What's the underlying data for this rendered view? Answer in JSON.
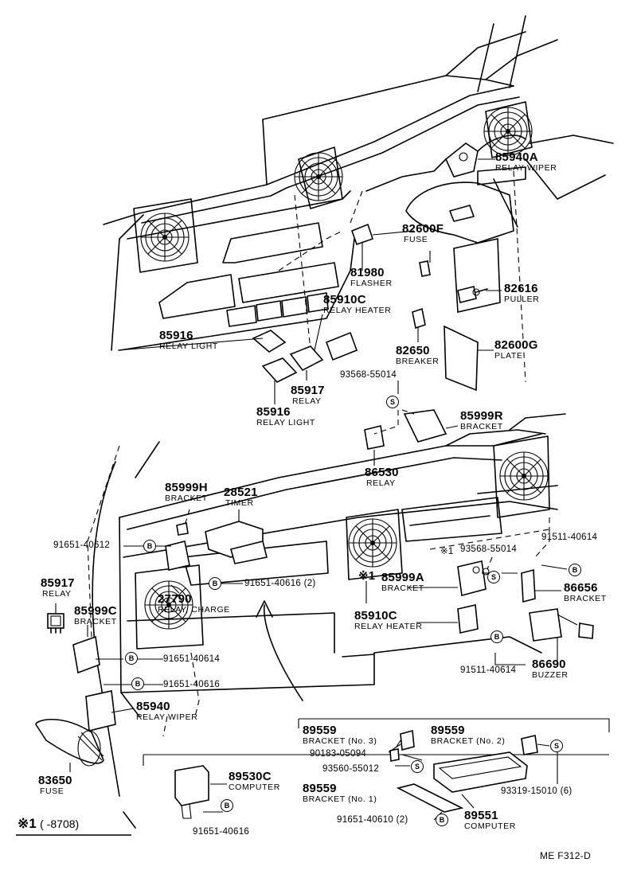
{
  "parts": {
    "p85940A": {
      "number": "85940A",
      "name": "RELAY WIPER"
    },
    "p82600F": {
      "number": "82600F",
      "name": "FUSE"
    },
    "p81980": {
      "number": "81980",
      "name": "FLASHER"
    },
    "p82616": {
      "number": "82616",
      "name": "PULLER"
    },
    "p85910C_top": {
      "number": "85910C",
      "name": "RELAY HEATER"
    },
    "p85916_a": {
      "number": "85916",
      "name": "RELAY LIGHT"
    },
    "p82650": {
      "number": "82650",
      "name": "BREAKER"
    },
    "p82600G": {
      "number": "82600G",
      "name": "PLATE"
    },
    "p85917_top": {
      "number": "85917",
      "name": "RELAY"
    },
    "p85916_b": {
      "number": "85916",
      "name": "RELAY LIGHT"
    },
    "p85999R": {
      "number": "85999R",
      "name": "BRACKET"
    },
    "p86530": {
      "number": "86530",
      "name": "RELAY"
    },
    "p85999H": {
      "number": "85999H",
      "name": "BRACKET"
    },
    "p28521": {
      "number": "28521",
      "name": "TIMER"
    },
    "p85917_left": {
      "number": "85917",
      "name": "RELAY"
    },
    "p27790": {
      "number": "27790",
      "name": "RELAY, CHARGE"
    },
    "p85999C": {
      "number": "85999C",
      "name": "BRACKET"
    },
    "p85999A": {
      "number": "85999A",
      "name": "BRACKET"
    },
    "p85910C_low": {
      "number": "85910C",
      "name": "RELAY HEATER"
    },
    "p86656": {
      "number": "86656",
      "name": "BRACKET"
    },
    "p86690": {
      "number": "86690",
      "name": "BUZZER"
    },
    "p85940": {
      "number": "85940",
      "name": "RELAY WIPER"
    },
    "p83650": {
      "number": "83650",
      "name": "FUSE"
    },
    "p89530C": {
      "number": "89530C",
      "name": "COMPUTER"
    },
    "p89559_3": {
      "number": "89559",
      "name": "BRACKET (No. 3)"
    },
    "p89559_2": {
      "number": "89559",
      "name": "BRACKET (No. 2)"
    },
    "p89559_1": {
      "number": "89559",
      "name": "BRACKET (No. 1)"
    },
    "p89551": {
      "number": "89551",
      "name": "COMPUTER"
    }
  },
  "fasteners": {
    "f93568_top": "93568-55014",
    "f91651_40612": "91651-40612",
    "f91651_40616_2": "91651-40616 (2)",
    "f93568_low": "93568-55014",
    "f91511_40614_a": "91511-40614",
    "f91651_40614": "91651-40614",
    "f91651_40616_a": "91651-40616",
    "f91511_40614_b": "91511-40614",
    "f91651_40616_b": "91651-40616",
    "f90183_05094": "90183-05094",
    "f93560_55012": "93560-55012",
    "f93319_15010": "93319-15010 (6)",
    "f91651_40610": "91651-40610 (2)"
  },
  "symbols": {
    "bolt": "B",
    "screw": "S",
    "note_mark": "※1"
  },
  "footnote": {
    "mark": "※1",
    "text": "(      -8708)"
  },
  "page_code": "ME  F312-D"
}
